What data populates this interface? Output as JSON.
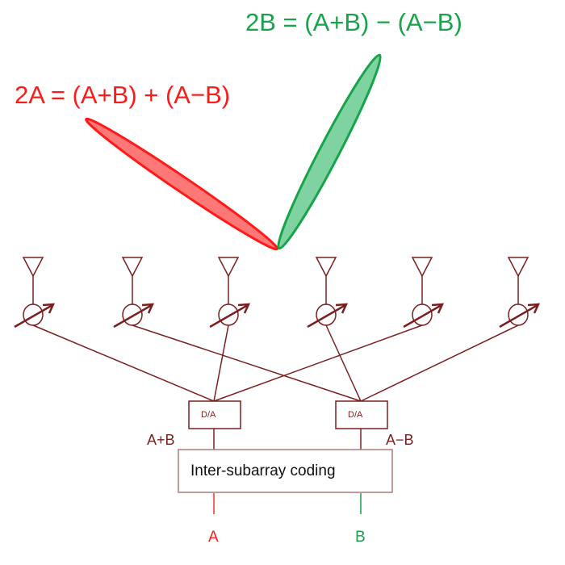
{
  "equations": {
    "a": "2A = (A+B) + (A−B)",
    "b": "2B = (A+B) − (A−B)"
  },
  "converters": {
    "left": "D/A",
    "right": "D/A"
  },
  "signals": {
    "sum": "A+B",
    "diff": "A−B"
  },
  "coding_block": "Inter-subarray coding",
  "outputs": {
    "a": "A",
    "b": "B"
  },
  "colors": {
    "wire": "#7a1f1f",
    "beam_a": "#ff2a2a",
    "beam_b": "#17a34a"
  }
}
